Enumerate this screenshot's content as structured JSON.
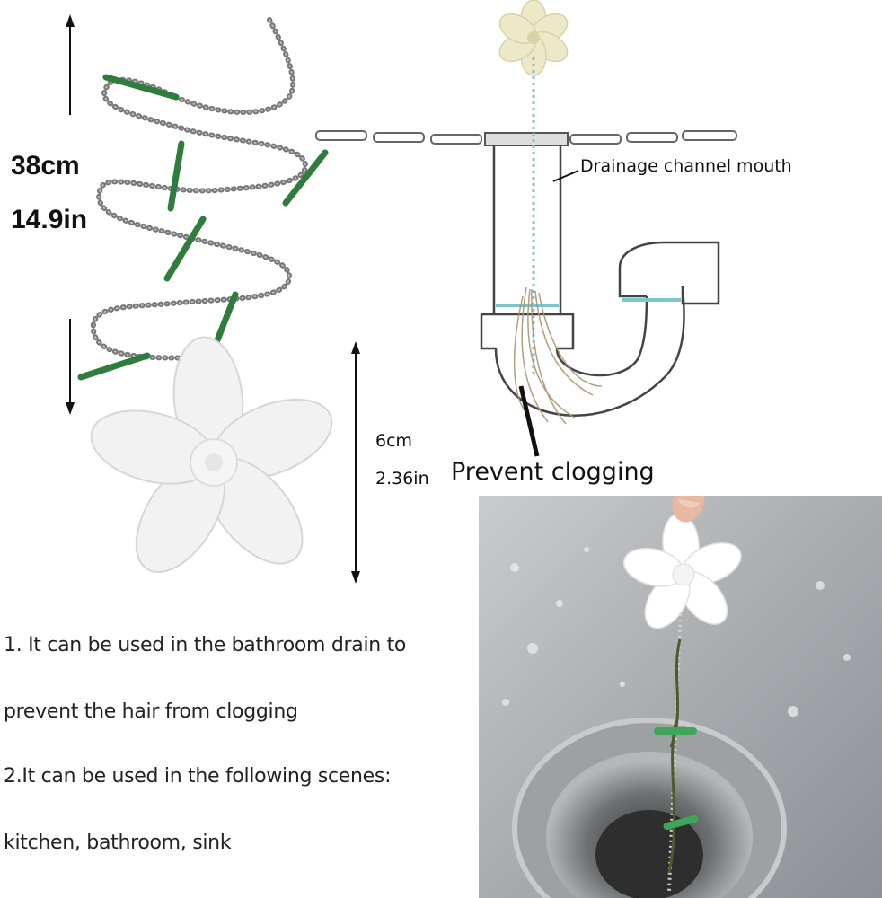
{
  "dimensions": {
    "chain_length_cm": "38cm",
    "chain_length_in": "14.9in",
    "flower_size_cm": "6cm",
    "flower_size_in": "2.36in"
  },
  "diagram": {
    "mouth_label": "Drainage channel mouth",
    "clog_label": "Prevent clogging"
  },
  "description": {
    "line1": "1. It can be used in the bathroom drain to",
    "line2": "prevent the hair from clogging",
    "line3": "2.It can be used in the following scenes:",
    "line4": "kitchen, bathroom, sink"
  },
  "colors": {
    "chain": "#8a8a8a",
    "green_clip": "#2f7d3c",
    "flower_white": "#f2f2f2",
    "flower_cream": "#ece8c8",
    "water_line": "#7ec6cf",
    "hair": "#a89470",
    "sink_steel": "#b9bcbf"
  },
  "icons": [
    "flower-stopper-icon",
    "ball-chain-icon",
    "drain-pipe-icon",
    "hand-icon"
  ]
}
